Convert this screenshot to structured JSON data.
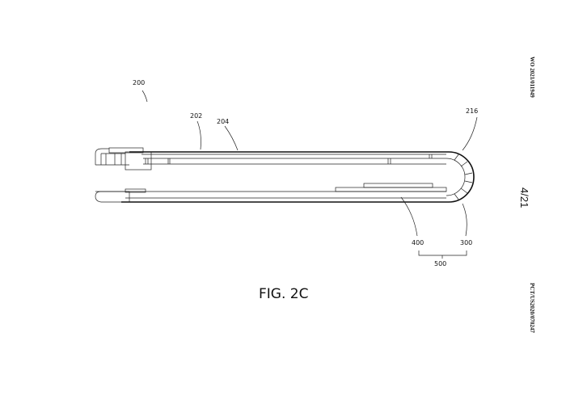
{
  "header": {
    "publication_number": "WO 2021/011949",
    "sheet": "4/21",
    "application_number": "PCT/US2020/070247"
  },
  "figure": {
    "caption": "FIG. 2C",
    "reference_labels": [
      "200",
      "202",
      "204",
      "216",
      "400",
      "300",
      "500"
    ]
  }
}
